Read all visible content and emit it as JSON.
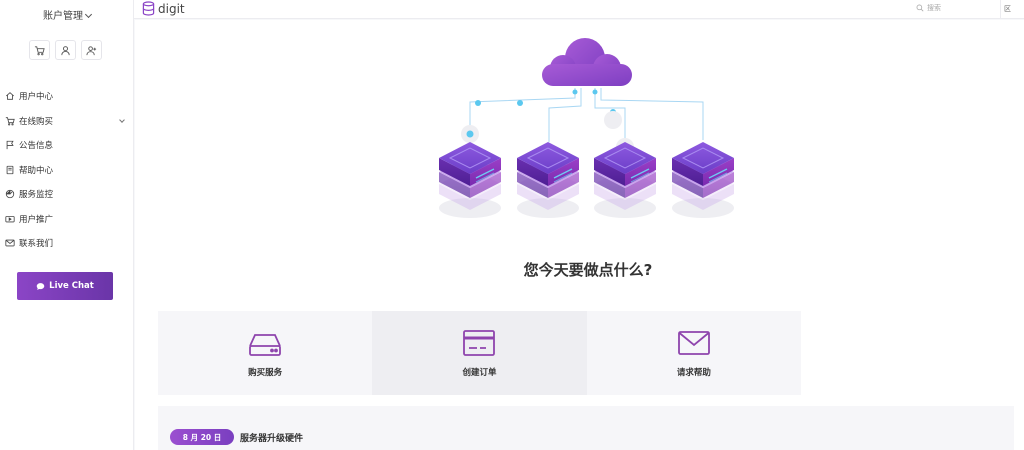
{
  "account": {
    "label": "账户管理"
  },
  "quick_icons": [
    {
      "icon": "cart-icon"
    },
    {
      "icon": "user-icon"
    },
    {
      "icon": "add-user-icon"
    }
  ],
  "nav": {
    "items": [
      {
        "label": "用户中心",
        "icon": "home-icon"
      },
      {
        "label": "在线购买",
        "icon": "cart-icon",
        "has_submenu": true
      },
      {
        "label": "公告信息",
        "icon": "flag-icon"
      },
      {
        "label": "帮助中心",
        "icon": "book-icon"
      },
      {
        "label": "服务监控",
        "icon": "gauge-icon"
      },
      {
        "label": "用户推广",
        "icon": "share-icon"
      },
      {
        "label": "联系我们",
        "icon": "mail-icon"
      }
    ]
  },
  "live_chat": {
    "label": "Live Chat"
  },
  "topbar": {
    "logo_text": "digit",
    "search_placeholder": "搜索",
    "extra": "区"
  },
  "main": {
    "headline": "您今天要做点什么?",
    "cards": [
      {
        "label": "购买服务",
        "icon": "server-icon"
      },
      {
        "label": "创建订单",
        "icon": "credit-card-icon"
      },
      {
        "label": "请求帮助",
        "icon": "envelope-icon"
      }
    ],
    "news": {
      "date": "8 月 20 日",
      "title": "服务器升级硬件"
    }
  },
  "colors": {
    "accent": "#8b45c6",
    "accent_dark": "#6a35a8",
    "icon_purple": "#8e44ad",
    "connector_blue": "#5bc8ef"
  }
}
